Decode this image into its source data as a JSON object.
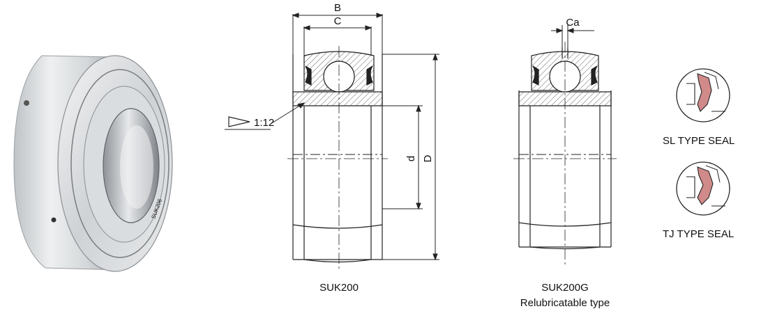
{
  "dimension_labels": {
    "B": "B",
    "C": "C",
    "Ca": "Ca",
    "d": "d",
    "D": "D"
  },
  "taper": {
    "ratio": "1:12"
  },
  "captions": {
    "standard_model": "SUK200",
    "grease_model": "SUK200G",
    "grease_subtitle": "Relubricatable type"
  },
  "seal_types": [
    {
      "label": "SL TYPE SEAL"
    },
    {
      "label": "TJ TYPE SEAL"
    }
  ],
  "photo_marking": "SUK206",
  "colors": {
    "line": "#222222",
    "metal_light": "#e4e6e8",
    "metal_dark": "#9ea2a6",
    "seal_fill": "#d08a8a"
  }
}
